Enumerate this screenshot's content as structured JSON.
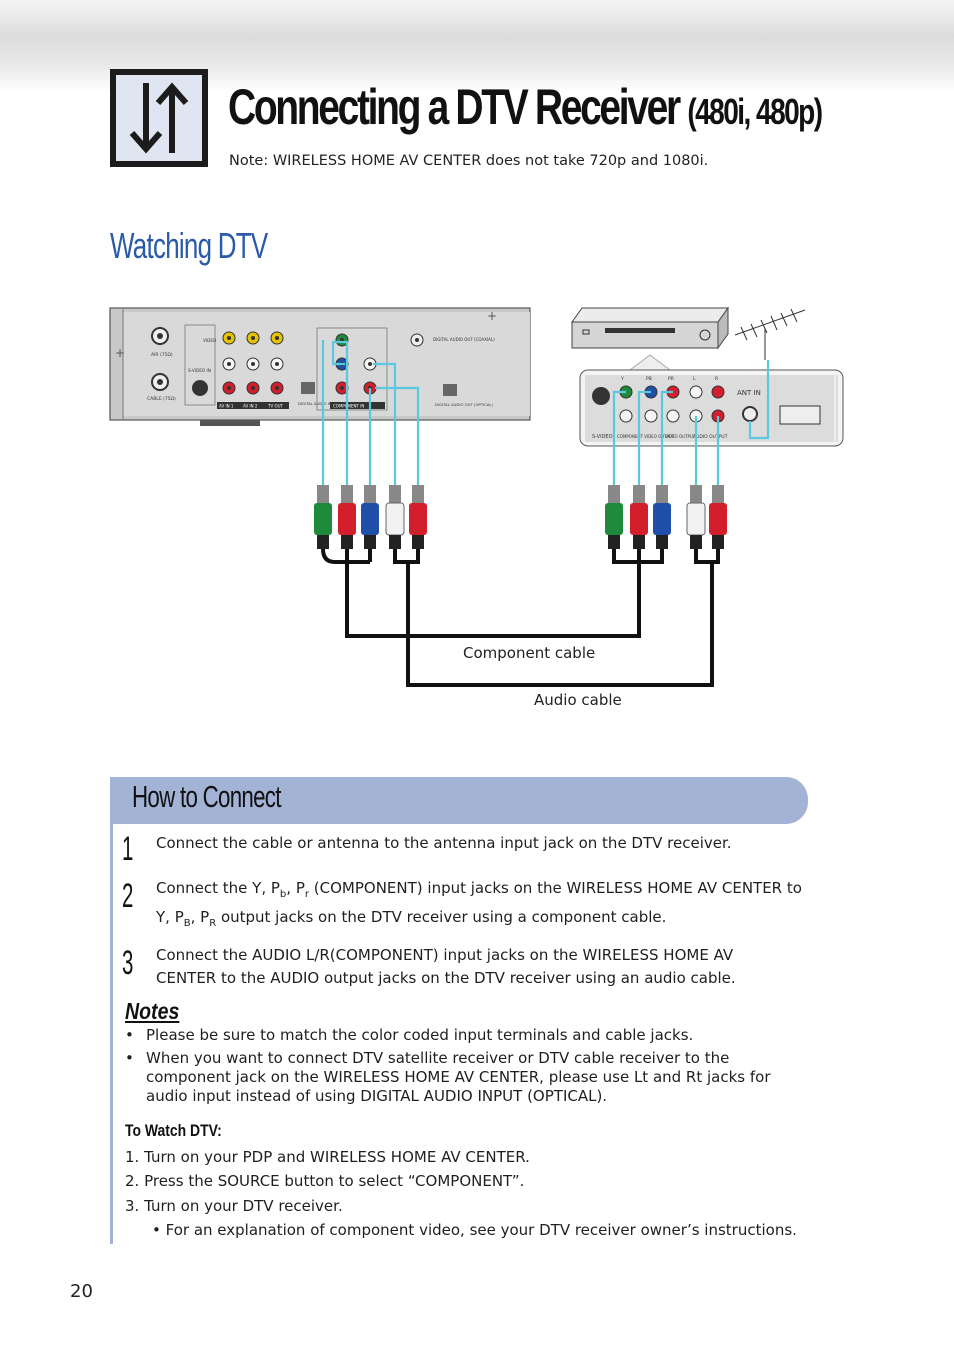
{
  "header": {
    "title": "Connecting a DTV Receiver",
    "title_suffix": "(480i, 480p)",
    "note": "Note: WIRELESS HOME AV CENTER does not take 720p and 1080i."
  },
  "section_title": "Watching DTV",
  "diagram": {
    "component_cable_label": "Component cable",
    "audio_cable_label": "Audio cable",
    "av_center_labels": {
      "air_in": "AIR (75Ω)",
      "cable_in": "CABLE (75Ω)",
      "svideo_in": "S-VIDEO IN",
      "video": "VIDEO",
      "av_in_1": "AV IN 1",
      "av_in_2": "AV IN 2",
      "tv_out": "TV OUT",
      "digital_audio_in": "DIGITAL AUDIO IN (OPTICAL)",
      "component_in": "COMPONENT IN",
      "digital_audio_out_coaxial": "DIGITAL AUDIO OUT (COAXIAL)",
      "digital_audio_out_optical": "DIGITAL AUDIO OUT (OPTICAL)"
    },
    "receiver_labels": {
      "ant_in": "ANT IN",
      "svideo": "S-VIDEO",
      "component_video_output": "COMPONENT VIDEO OUTPUT",
      "video_output": "VIDEO OUTPUT",
      "audio_output": "AUDIO OUTPUT",
      "y": "Y",
      "pb": "PB",
      "pr": "PR",
      "l": "L",
      "r": "R"
    },
    "colors": {
      "green": "#1e8a3c",
      "red": "#d21f2b",
      "blue": "#1f4fa8",
      "white": "#f2f2f2",
      "cable": "#5ac8de"
    }
  },
  "how_to_connect": {
    "title": "How to Connect",
    "steps": [
      {
        "num": "1",
        "text": "Connect the cable or antenna to the antenna input jack on the DTV receiver."
      },
      {
        "num": "2",
        "text_line1_a": "Connect the Y, P",
        "pb_sub": "b",
        "comma": ", P",
        "pr_sub": "r",
        "text_line1_b": " (COMPONENT) input jacks on the WIRELESS HOME AV CENTER to",
        "text_line2_a": "Y, P",
        "pb2_sub": "B",
        "comma2": ", P",
        "pr2_sub": "R",
        "text_line2_b": " output jacks on the DTV receiver using a component cable."
      },
      {
        "num": "3",
        "text": "Connect the AUDIO L/R(COMPONENT) input jacks on the WIRELESS HOME AV CENTER to the AUDIO output jacks on the DTV receiver using an audio cable."
      }
    ],
    "notes_title": "Notes",
    "notes": [
      "Please be sure to match the color coded input terminals and cable jacks.",
      "When you want to connect DTV satellite receiver or DTV cable receiver to the component jack on the WIRELESS HOME AV CENTER, please use Lt and Rt jacks for audio input instead of using DIGITAL AUDIO INPUT (OPTICAL)."
    ],
    "bullet": "•",
    "watch_title": "To Watch DTV:",
    "watch_steps": [
      "1.   Turn on your PDP and WIRELESS HOME AV CENTER.",
      "2.   Press the SOURCE button to select “COMPONENT”.",
      "3.   Turn on your DTV receiver."
    ],
    "watch_note": "• For an explanation of component video, see your DTV receiver owner’s instructions."
  },
  "page_number": "20"
}
